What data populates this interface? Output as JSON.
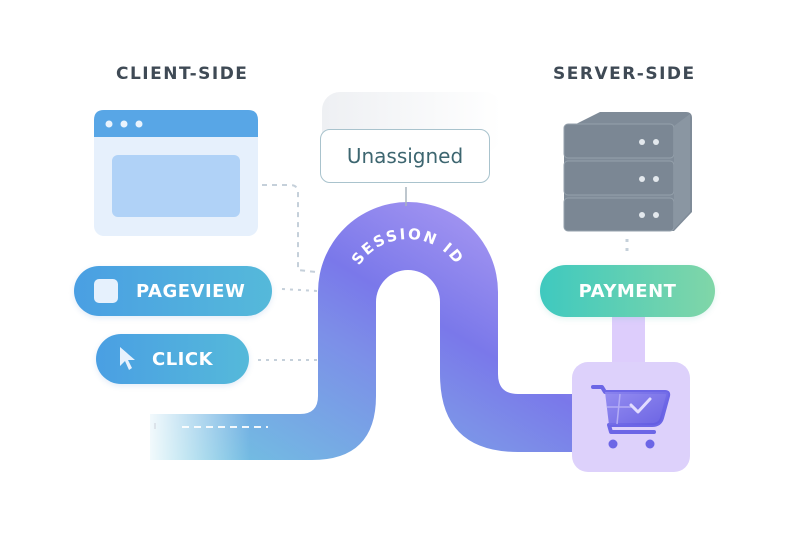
{
  "titles": {
    "client": "CLIENT-SIDE",
    "server": "SERVER-SIDE"
  },
  "client_events": [
    {
      "label": "PAGEVIEW",
      "icon": "square-icon"
    },
    {
      "label": "CLICK",
      "icon": "cursor-icon"
    }
  ],
  "session": {
    "label": "SESSION ID",
    "status": "Unassigned"
  },
  "server_events": [
    {
      "label": "PAYMENT"
    }
  ],
  "icons": {
    "browser": "browser-window-icon",
    "server": "server-stack-icon",
    "cart": "shopping-cart-check-icon"
  },
  "colors": {
    "title": "#3f4a55",
    "client_pill_start": "#4a9fe3",
    "client_pill_end": "#56bdd8",
    "payment_start": "#3fc9bf",
    "payment_end": "#7fd6a8",
    "ribbon_cyan": "#6fcae0",
    "ribbon_indigo": "#7272ea",
    "ribbon_lavender": "#b7a2f4",
    "server_gray": "#7b8794",
    "cart_box": "#dcd0fb",
    "status_text": "#3d6670",
    "status_border": "#a9c3cd"
  }
}
